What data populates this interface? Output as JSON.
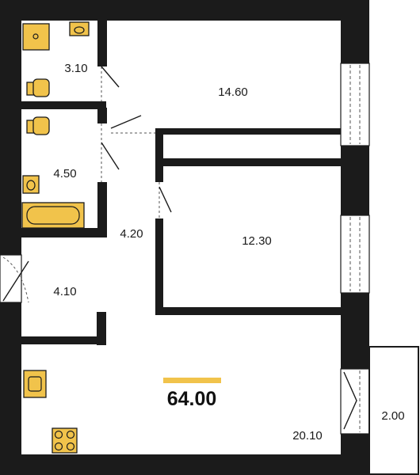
{
  "plan": {
    "total_area": "64.00",
    "accent_color": "#f1c34b",
    "wall_color": "#1b1b1b",
    "rooms": [
      {
        "id": "wc",
        "area": "3.10"
      },
      {
        "id": "living-room",
        "area": "14.60"
      },
      {
        "id": "bathroom",
        "area": "4.50"
      },
      {
        "id": "corridor",
        "area": "4.20"
      },
      {
        "id": "bedroom",
        "area": "12.30"
      },
      {
        "id": "hall",
        "area": "4.10"
      },
      {
        "id": "kitchen",
        "area": "20.10"
      },
      {
        "id": "balcony",
        "area": "2.00"
      }
    ]
  }
}
